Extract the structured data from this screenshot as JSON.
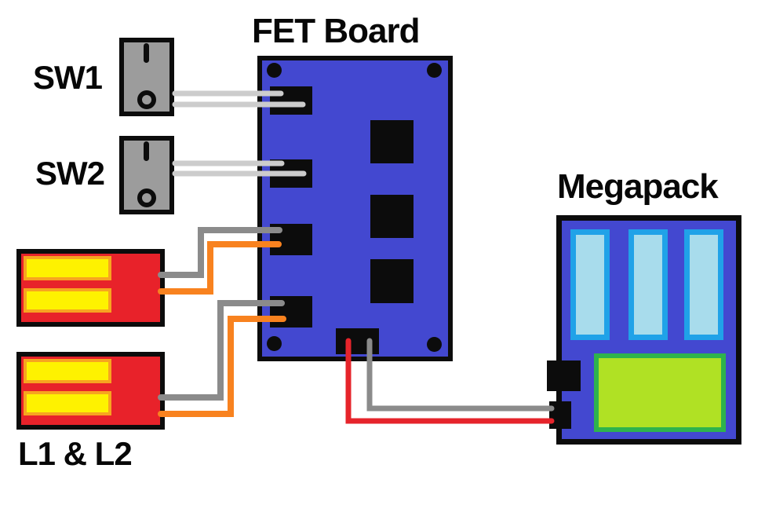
{
  "labels": {
    "sw1": "SW1",
    "sw2": "SW2",
    "fet_board": "FET Board",
    "megapack": "Megapack",
    "l1_l2": "L1 & L2"
  },
  "components": {
    "switch_1": "SW1 rocker switch",
    "switch_2": "SW2 rocker switch",
    "fet_board": "FET Board with 4 input connectors, 3 FET chips, 1 output connector, 4 mounting holes",
    "led_strips": "L1 & L2 strip modules",
    "megapack": "Megapack with 3 battery cells, green module, 2 side connectors"
  },
  "colors": {
    "canvas_bg": "#ffffff",
    "label_black": "#070707",
    "outline_black": "#0c0c0c",
    "board_blue": "#4348d0",
    "switch_gray": "#9c9c9c",
    "wire_light_gray": "#cccccc",
    "wire_gray": "#8b8b8b",
    "wire_orange": "#f8821f",
    "wire_red": "#e6242b",
    "component_red": "#e8222a",
    "stripe_yellow": "#fef200",
    "stripe_border": "#f7a420",
    "cell_border": "#20a2e8",
    "cell_fill": "#a8dcec",
    "green_border": "#2eb34d",
    "green_fill": "#b0e124"
  }
}
